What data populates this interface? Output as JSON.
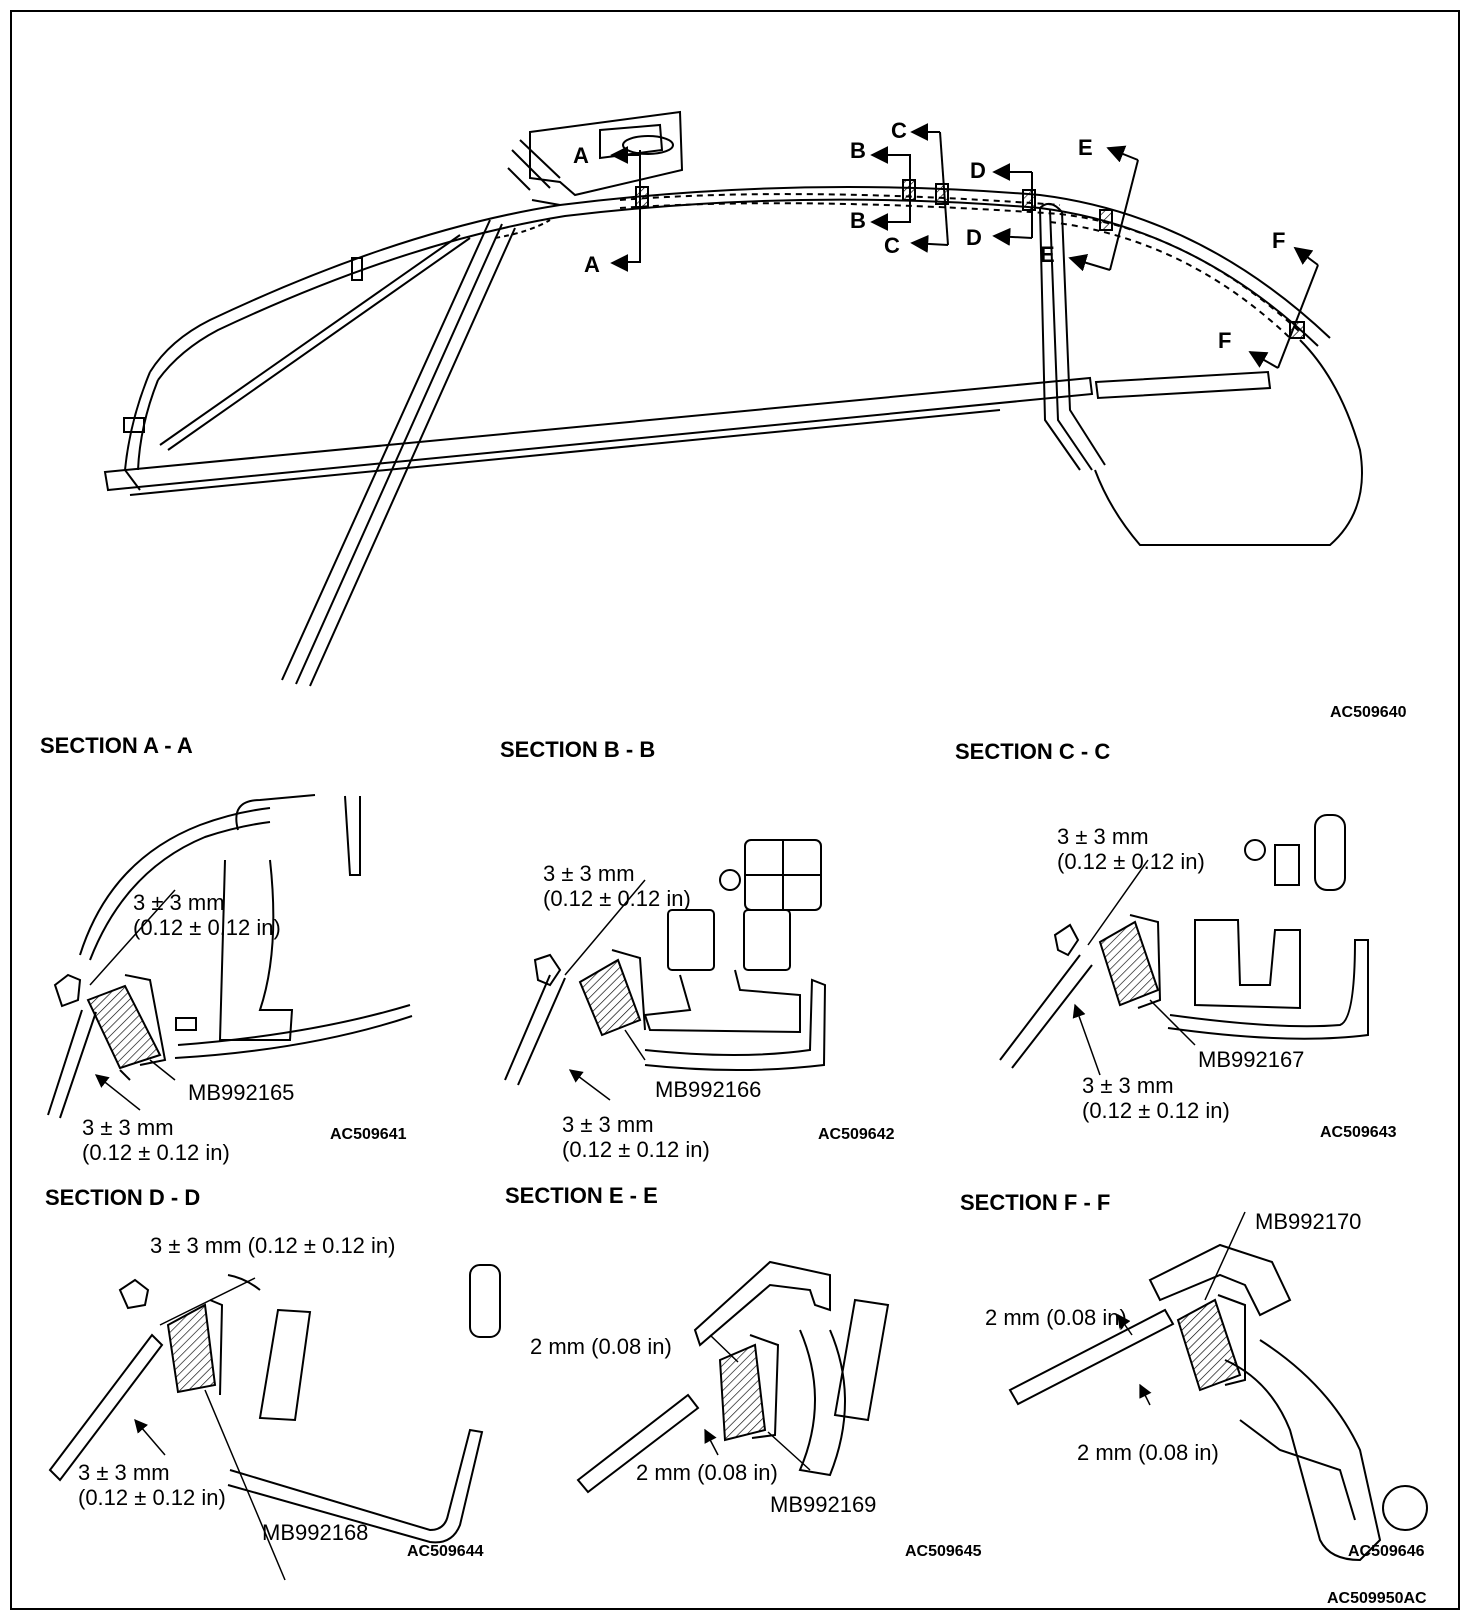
{
  "main_view": {
    "callouts": {
      "a_top": "A",
      "a_bottom": "A",
      "b_top": "B",
      "b_bottom": "B",
      "c_top": "C",
      "c_bottom": "C",
      "d_top": "D",
      "d_bottom": "D",
      "e_top": "E",
      "e_bottom": "E",
      "f_top": "F",
      "f_bottom": "F"
    },
    "figure_code": "AC509640"
  },
  "sections": [
    {
      "title": "SECTION A - A",
      "dim1_line1": "3 ± 3 mm",
      "dim1_line2": "(0.12 ± 0.12 in)",
      "dim2_line1": "3 ± 3 mm",
      "dim2_line2": "(0.12 ± 0.12 in)",
      "tool": "MB992165",
      "code": "AC509641"
    },
    {
      "title": "SECTION B - B",
      "dim1_line1": "3 ± 3 mm",
      "dim1_line2": "(0.12 ± 0.12 in)",
      "dim2_line1": "3 ± 3 mm",
      "dim2_line2": "(0.12 ± 0.12 in)",
      "tool": "MB992166",
      "code": "AC509642"
    },
    {
      "title": "SECTION C - C",
      "dim1_line1": "3 ± 3 mm",
      "dim1_line2": "(0.12 ± 0.12 in)",
      "dim2_line1": "3 ± 3 mm",
      "dim2_line2": "(0.12 ± 0.12 in)",
      "tool": "MB992167",
      "code": "AC509643"
    },
    {
      "title": "SECTION D - D",
      "dim1": "3 ± 3 mm (0.12 ± 0.12 in)",
      "dim2_line1": "3 ± 3 mm",
      "dim2_line2": "(0.12 ± 0.12 in)",
      "tool": "MB992168",
      "code": "AC509644"
    },
    {
      "title": "SECTION E - E",
      "dim1": "2 mm (0.08 in)",
      "dim2": "2 mm (0.08 in)",
      "tool": "MB992169",
      "code": "AC509645"
    },
    {
      "title": "SECTION F - F",
      "dim1": "2 mm (0.08 in)",
      "dim2": "2 mm (0.08 in)",
      "tool": "MB992170",
      "code": "AC509646"
    }
  ],
  "sheet_code": "AC509950AC"
}
